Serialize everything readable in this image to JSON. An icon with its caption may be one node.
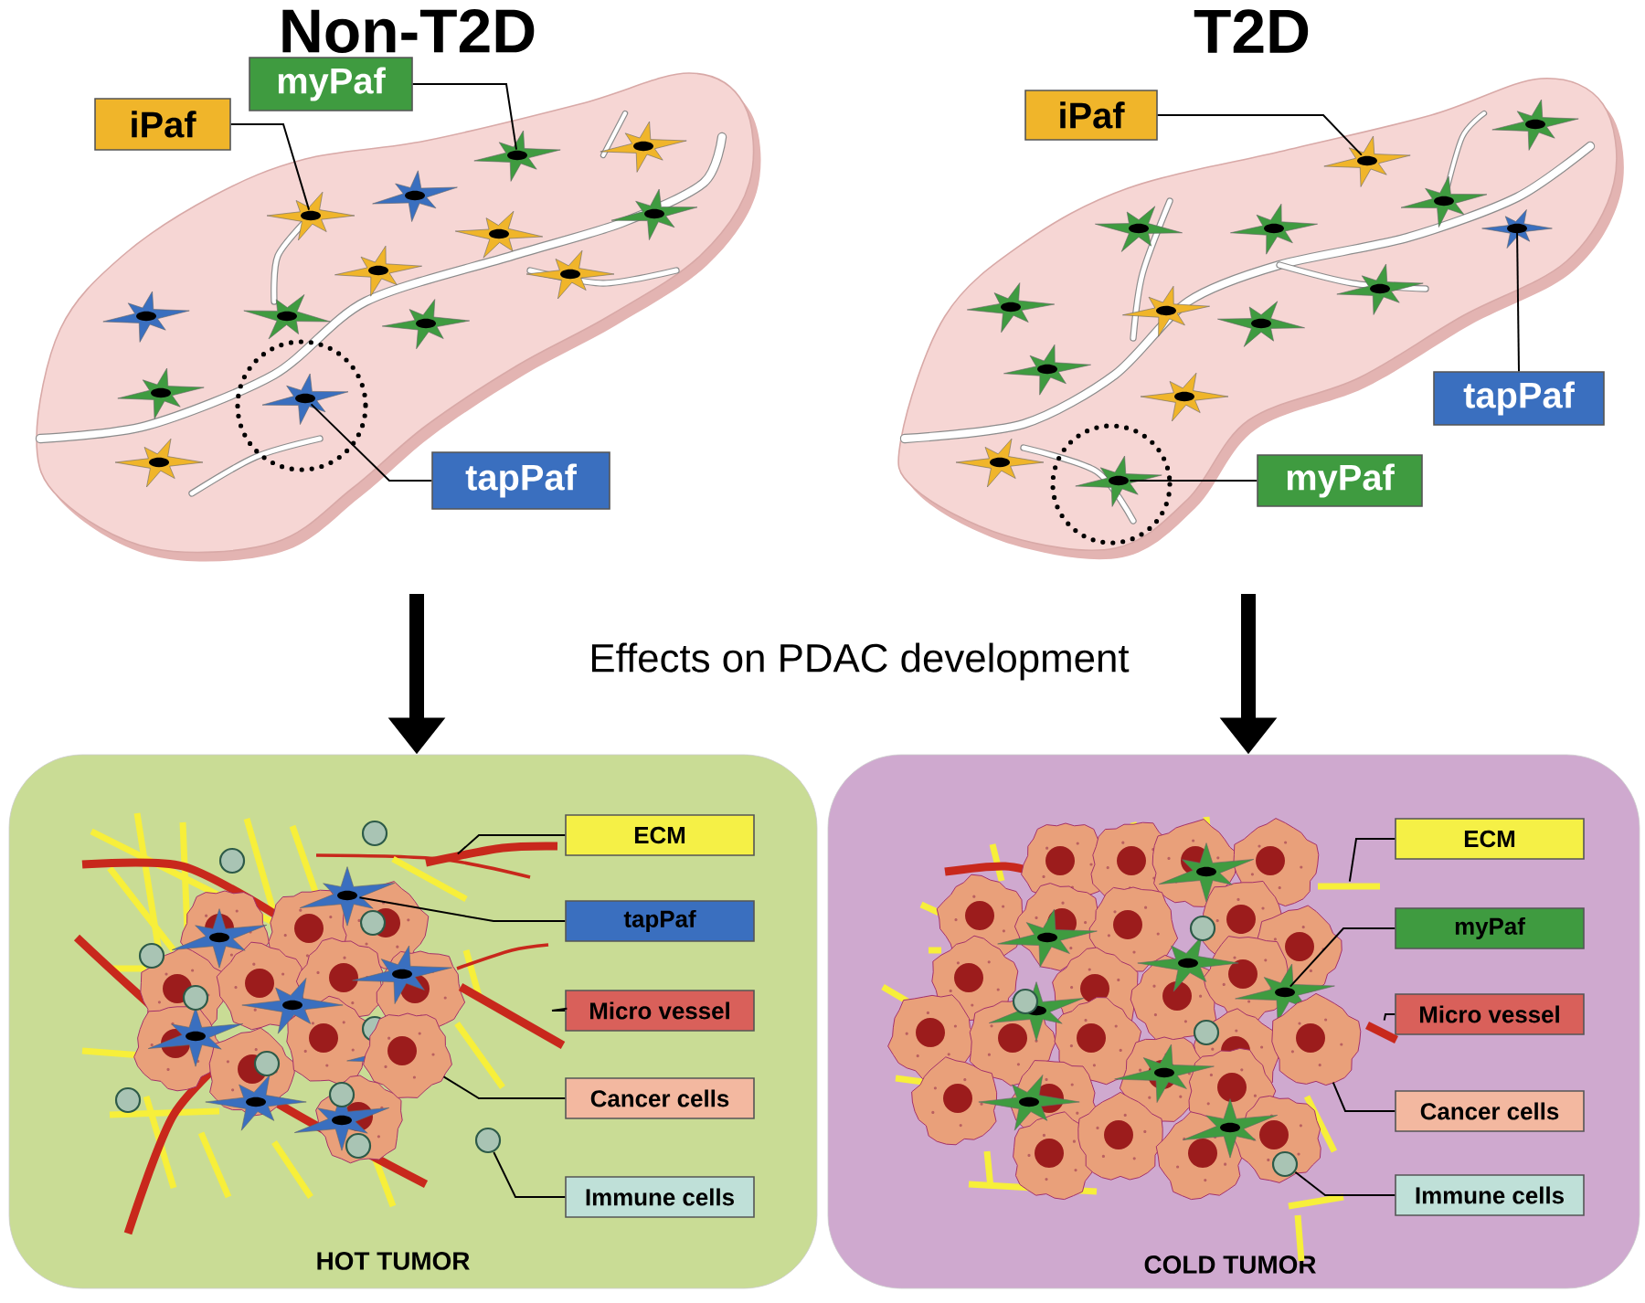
{
  "diagram": {
    "nodes": [
      {
        "text": [
          "Non-T2D"
        ]
      },
      {
        "text": [
          "iPaf"
        ]
      },
      {
        "text": [
          "myPaf"
        ]
      },
      {
        "text": [
          "tapPaf"
        ]
      },
      {
        "text": [
          "T2D"
        ]
      },
      {
        "text": [
          "iPaf"
        ]
      },
      {
        "text": [
          "tapPaf"
        ]
      },
      {
        "text": [
          "myPaf"
        ]
      },
      {
        "text": [
          "HOT TUMOR"
        ]
      },
      {
        "text": [
          "ECM"
        ],
        "in": 8
      },
      {
        "text": [
          "tapPaf"
        ],
        "in": 8
      },
      {
        "text": [
          "Micro vessel"
        ],
        "in": 8
      },
      {
        "text": [
          "Cancer cells"
        ],
        "in": 8
      },
      {
        "text": [
          "Immune cells"
        ],
        "in": 8
      },
      {
        "text": [
          "COLD TUMOR"
        ]
      },
      {
        "text": [
          "ECM"
        ],
        "in": 14
      },
      {
        "text": [
          "myPaf"
        ],
        "in": 14
      },
      {
        "text": [
          "Micro vessel"
        ],
        "in": 14
      },
      {
        "text": [
          "Cancer cells"
        ],
        "in": 14
      },
      {
        "text": [
          "Immune cells"
        ],
        "in": 14
      },
      {
        "text": [],
        "shape": "star",
        "in": 0
      },
      {
        "text": [],
        "shape": "star",
        "in": 0
      },
      {
        "text": [],
        "shape": "star",
        "in": 0
      },
      {
        "text": [],
        "shape": "star",
        "in": 4
      },
      {
        "text": [],
        "shape": "star",
        "in": 4
      },
      {
        "text": [],
        "shape": "star",
        "in": 4
      },
      {
        "text": [],
        "shape": "bar",
        "in": 8
      },
      {
        "text": [],
        "shape": "star",
        "in": 8
      },
      {
        "text": [],
        "shape": "bar",
        "in": 8
      },
      {
        "text": [],
        "shape": "circle",
        "in": 8
      },
      {
        "text": [],
        "shape": "circle",
        "in": 8
      },
      {
        "text": [],
        "shape": "bar",
        "in": 14
      },
      {
        "text": [],
        "shape": "star",
        "in": 14
      },
      {
        "text": [],
        "shape": "bar",
        "in": 14
      },
      {
        "text": [],
        "shape": "circle",
        "in": 14
      },
      {
        "text": [],
        "shape": "circle",
        "in": 14
      }
    ],
    "edges": [
      {
        "from": 1,
        "to": 20,
        "arrow": "none"
      },
      {
        "from": 2,
        "to": 21,
        "arrow": "none"
      },
      {
        "from": 3,
        "to": 22,
        "arrow": "none"
      },
      {
        "from": null,
        "to": 8,
        "arrow": "to",
        "style": "thick"
      },
      {
        "from": 5,
        "to": 23,
        "arrow": "none"
      },
      {
        "from": 6,
        "to": 24,
        "arrow": "none"
      },
      {
        "from": 7,
        "to": 25,
        "arrow": "none"
      },
      {
        "from": null,
        "to": 14,
        "arrow": "to",
        "style": "thick"
      },
      {
        "from": 9,
        "to": 26,
        "arrow": "none"
      },
      {
        "from": 10,
        "to": 27,
        "arrow": "none"
      },
      {
        "from": 11,
        "to": 28,
        "arrow": "none"
      },
      {
        "from": 12,
        "to": 29,
        "arrow": "none"
      },
      {
        "from": 13,
        "to": 30,
        "arrow": "none"
      },
      {
        "from": 15,
        "to": 31,
        "arrow": "none"
      },
      {
        "from": 16,
        "to": 32,
        "arrow": "none"
      },
      {
        "from": 17,
        "to": 33,
        "arrow": "none"
      },
      {
        "from": 18,
        "to": 34,
        "arrow": "none"
      },
      {
        "from": 19,
        "to": 35,
        "arrow": "none"
      }
    ],
    "labels": [
      "Effects on PDAC development"
    ]
  }
}
